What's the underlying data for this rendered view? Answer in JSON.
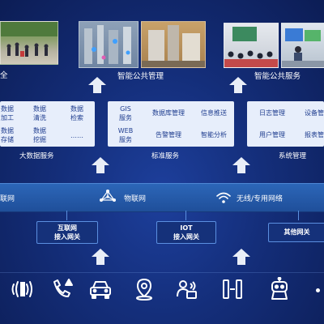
{
  "top": {
    "captions": {
      "left": "全",
      "center": "智能公共管理",
      "right": "智能公共服务"
    }
  },
  "panels": {
    "bigdata": {
      "cells": [
        "数据\n加工",
        "数据\n清洗",
        "数据\n检索",
        "数据\n存储",
        "数据\n挖掘",
        "……"
      ],
      "label": "大数据服务"
    },
    "standard": {
      "cells": [
        "GIS\n服务",
        "数据库管理",
        "信息推送",
        "WEB\n服务",
        "告警管理",
        "智能分析"
      ],
      "label": "标准服务"
    },
    "system": {
      "cells": [
        "日志管理",
        "设备管",
        "用户管理",
        "报表管"
      ],
      "label": "系统管理"
    }
  },
  "network": {
    "left": "联网",
    "iot": "物联网",
    "wireless": "无线/专用网络"
  },
  "gateways": {
    "internet": "互联网\n接入网关",
    "iot": "IOT\n接入网关",
    "other": "其他网关"
  },
  "icons": [
    "rfid-wave-icon",
    "phone-alarm-icon",
    "car-icon",
    "location-pin-icon",
    "card-reader-icon",
    "turnstile-icon",
    "robot-icon"
  ],
  "colors": {
    "background": "#142e7a",
    "panel": "#e7eefb",
    "panel_text": "#1f3d8f",
    "network_band": "#2c66b8",
    "gateway": "#15317a"
  }
}
